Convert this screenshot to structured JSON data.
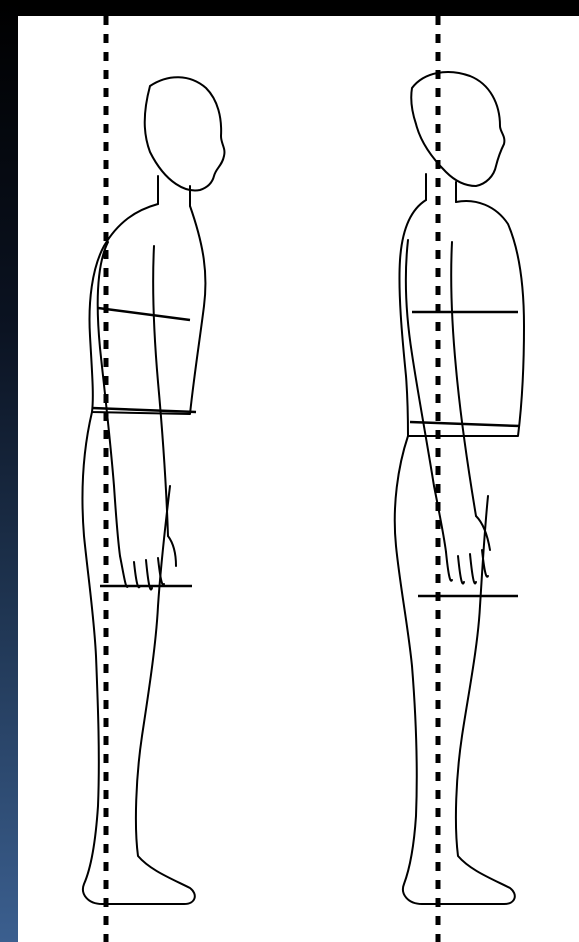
{
  "figures": [
    {
      "id": "left",
      "posture": "slouched"
    },
    {
      "id": "right",
      "posture": "upright"
    }
  ],
  "colors": {
    "background": "#000000",
    "canvas": "#ffffff",
    "line": "#000000",
    "accent_gradient_bottom": "#3b5f8f"
  }
}
